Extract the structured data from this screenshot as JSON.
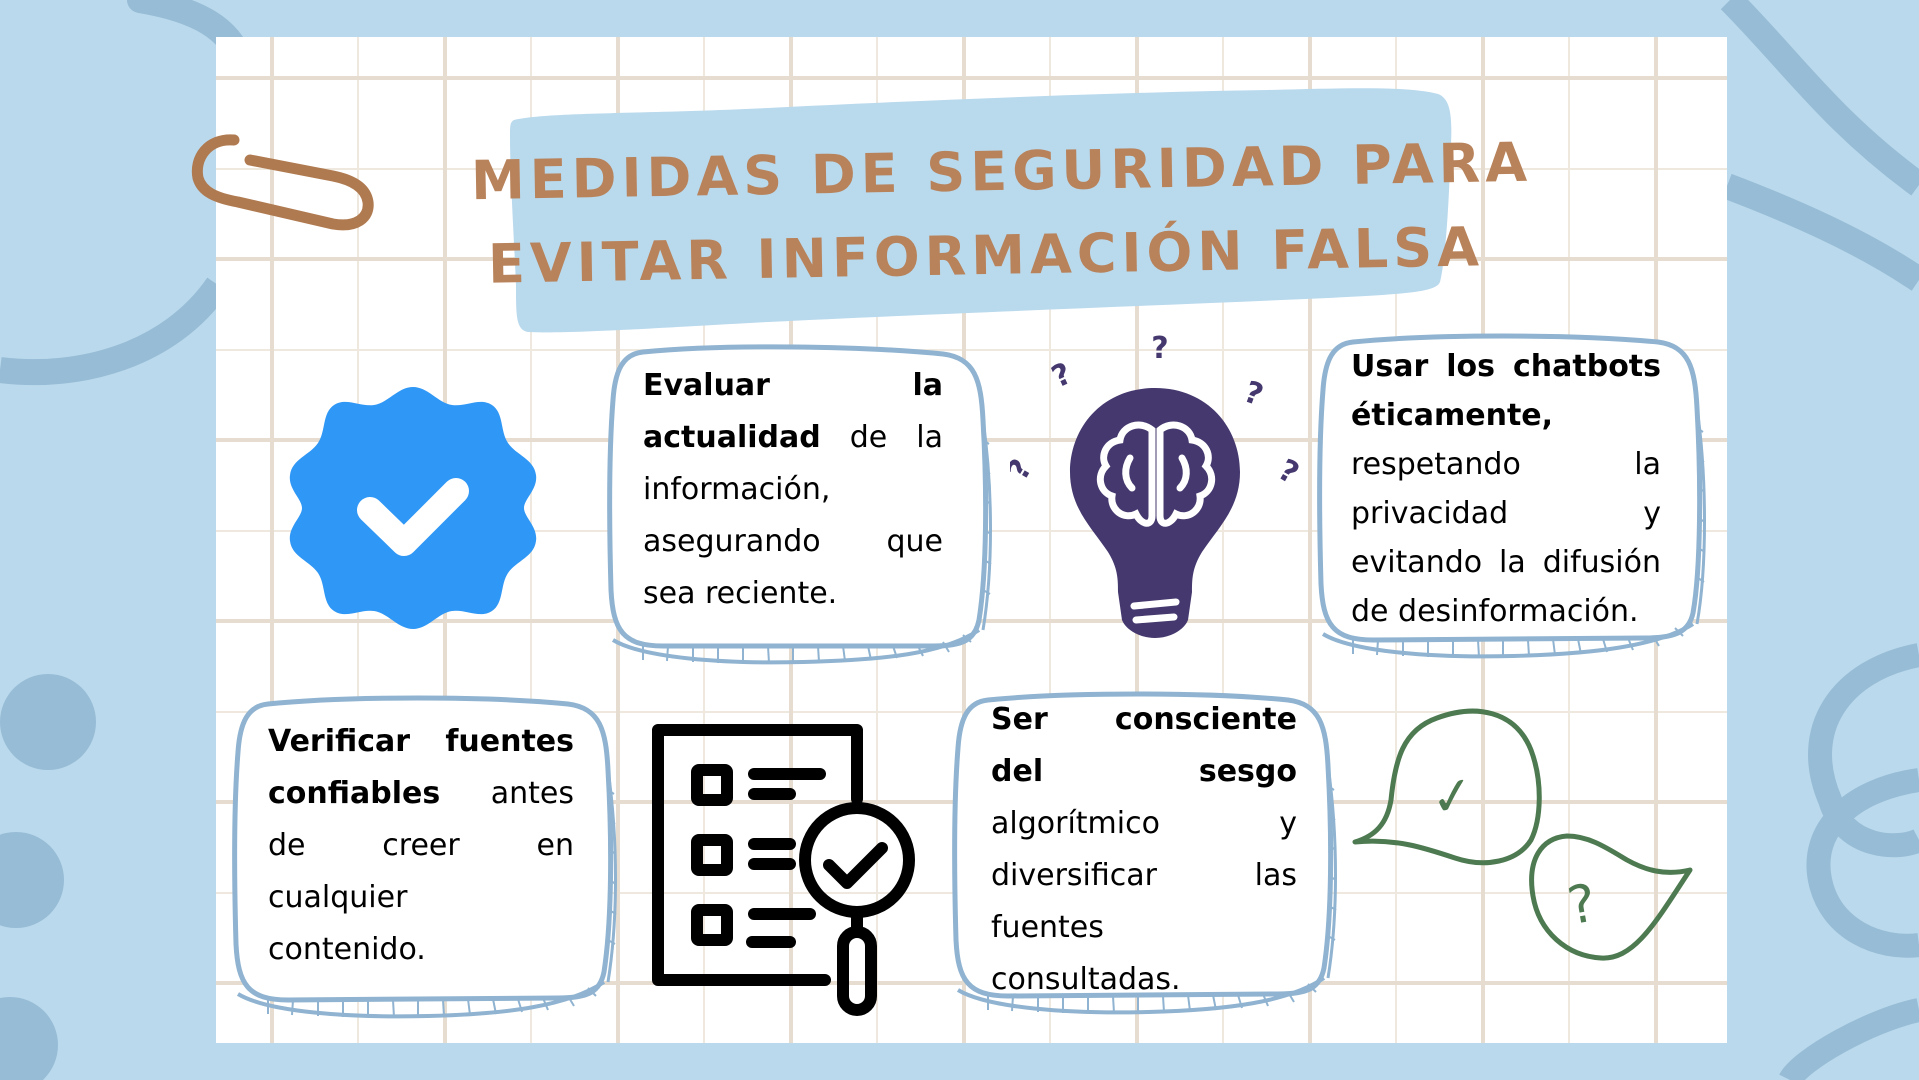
{
  "title": {
    "line1": "Medidas de seguridad para",
    "line2": "Evitar información falsa"
  },
  "colors": {
    "background": "#bad9ec",
    "background_accent": "#97bcd6",
    "paper": "#ffffff",
    "grid": "#e6dccf",
    "title_text": "#b8825a",
    "title_banner": "#b9d9ed",
    "paperclip": "#b07a50",
    "card_border": "#8fb3d0",
    "badge": "#2f97f5",
    "lightbulb": "#45386e",
    "bubbles": "#4d7a50"
  },
  "cards": [
    {
      "id": "evaluate",
      "bold": "Evaluar la actualidad",
      "rest": " de la información, asegurando que sea reciente."
    },
    {
      "id": "chatbots",
      "bold": "Usar los chatbots éticamente,",
      "rest": " respetando la privacidad y evitando la difusión de desinformación."
    },
    {
      "id": "verify",
      "bold": "Verificar fuentes confiables",
      "rest": " antes de creer en cualquier contenido."
    },
    {
      "id": "bias",
      "bold": "Ser consciente del sesgo",
      "rest": " algorítmico y diversificar las fuentes consultadas."
    }
  ],
  "icons": {
    "paperclip": "paperclip-icon",
    "verified_badge": "verified-badge-icon",
    "lightbulb": "lightbulb-brain-icon",
    "question_marks": [
      "?",
      "?",
      "?",
      "?",
      "?"
    ],
    "checklist": "checklist-magnifier-icon",
    "speech_bubbles": {
      "check": "✓",
      "question": "?"
    }
  }
}
